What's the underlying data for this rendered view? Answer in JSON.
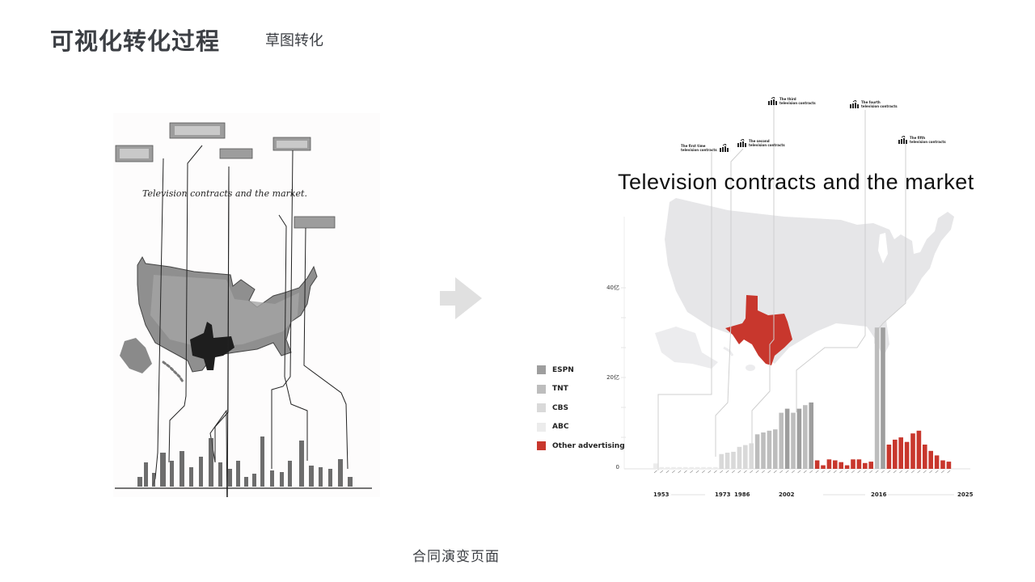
{
  "header": {
    "title": "可视化转化过程",
    "subtitle": "草图转化"
  },
  "footer": {
    "caption": "合同演变页面"
  },
  "sketch": {
    "handwritten_title": "Television contracts and the market.",
    "description": "Pencil sketch of USA map with Texas shaded dark, five speech-bubble callouts connected by lines to a bar chart below"
  },
  "transition_arrow": {
    "icon": "right-arrow-icon",
    "color": "#e0e0e0"
  },
  "visualization": {
    "title": "Television contracts and the market",
    "colors": {
      "espn": "#9e9e9e",
      "tnt": "#bdbdbd",
      "cbs": "#d9d9d9",
      "abc": "#ececec",
      "other": "#c8372d",
      "map": "#e6e6e8",
      "texas": "#c8372d"
    },
    "legend": [
      {
        "label": "ESPN",
        "color": "#9e9e9e"
      },
      {
        "label": "TNT",
        "color": "#bdbdbd"
      },
      {
        "label": "CBS",
        "color": "#d9d9d9"
      },
      {
        "label": "ABC",
        "color": "#ececec"
      },
      {
        "label": "Other advertising",
        "color": "#c8372d"
      }
    ],
    "callouts": [
      {
        "line1": "The first time",
        "line2": "television contracts",
        "icon": "tv-chart-icon"
      },
      {
        "line1": "The second",
        "line2": "television contracts",
        "icon": "tv-chart-icon"
      },
      {
        "line1": "The third",
        "line2": "television contracts",
        "icon": "tv-chart-icon"
      },
      {
        "line1": "The fourth",
        "line2": "television contracts",
        "icon": "tv-chart-icon"
      },
      {
        "line1": "The fifth",
        "line2": "television contracts",
        "icon": "tv-chart-icon"
      }
    ],
    "y_ticks": [
      "40亿",
      "20亿",
      "0"
    ],
    "x_years": [
      "1953",
      "1973",
      "1986",
      "2002",
      "2016",
      "2025"
    ]
  },
  "chart_data": {
    "type": "bar",
    "title": "Television contracts and the market",
    "xlabel": "",
    "ylabel": "",
    "y_tick_labels": [
      "0",
      "20亿",
      "40亿"
    ],
    "ylim": [
      0,
      45
    ],
    "unit": "亿",
    "x_year_markers": [
      "1953",
      "1973",
      "1986",
      "2002",
      "2016",
      "2025"
    ],
    "legend_position": "left",
    "grid": false,
    "bars": [
      {
        "i": 0,
        "series": "ABC",
        "value": 1.2
      },
      {
        "i": 1,
        "series": "ABC",
        "value": 0.4
      },
      {
        "i": 2,
        "series": "ABC",
        "value": 0.4
      },
      {
        "i": 3,
        "series": "ABC",
        "value": 0.4
      },
      {
        "i": 4,
        "series": "ABC",
        "value": 0.4
      },
      {
        "i": 5,
        "series": "ABC",
        "value": 0.4
      },
      {
        "i": 6,
        "series": "ABC",
        "value": 0.4
      },
      {
        "i": 7,
        "series": "ABC",
        "value": 0.4
      },
      {
        "i": 8,
        "series": "ABC",
        "value": 0.4
      },
      {
        "i": 9,
        "series": "ABC",
        "value": 0.4
      },
      {
        "i": 10,
        "series": "ABC",
        "value": 0.4
      },
      {
        "i": 11,
        "series": "CBS",
        "value": 3.3
      },
      {
        "i": 12,
        "series": "CBS",
        "value": 3.6
      },
      {
        "i": 13,
        "series": "CBS",
        "value": 3.8
      },
      {
        "i": 14,
        "series": "CBS",
        "value": 4.9
      },
      {
        "i": 15,
        "series": "CBS",
        "value": 5.3
      },
      {
        "i": 16,
        "series": "CBS",
        "value": 5.7
      },
      {
        "i": 17,
        "series": "TNT",
        "value": 7.7
      },
      {
        "i": 18,
        "series": "TNT",
        "value": 8.1
      },
      {
        "i": 19,
        "series": "TNT",
        "value": 8.5
      },
      {
        "i": 20,
        "series": "TNT",
        "value": 8.8
      },
      {
        "i": 21,
        "series": "TNT",
        "value": 12.5
      },
      {
        "i": 22,
        "series": "ESPN",
        "value": 13.4
      },
      {
        "i": 23,
        "series": "TNT",
        "value": 12.5
      },
      {
        "i": 24,
        "series": "ESPN",
        "value": 13.4
      },
      {
        "i": 25,
        "series": "TNT",
        "value": 14.2
      },
      {
        "i": 26,
        "series": "ESPN",
        "value": 14.8
      },
      {
        "i": 27,
        "series": "Other advertising",
        "value": 1.9
      },
      {
        "i": 28,
        "series": "Other advertising",
        "value": 0.8
      },
      {
        "i": 29,
        "series": "Other advertising",
        "value": 2.1
      },
      {
        "i": 30,
        "series": "Other advertising",
        "value": 1.9
      },
      {
        "i": 31,
        "series": "Other advertising",
        "value": 1.5
      },
      {
        "i": 32,
        "series": "Other advertising",
        "value": 0.8
      },
      {
        "i": 33,
        "series": "Other advertising",
        "value": 2.1
      },
      {
        "i": 34,
        "series": "Other advertising",
        "value": 2.1
      },
      {
        "i": 35,
        "series": "Other advertising",
        "value": 1.3
      },
      {
        "i": 36,
        "series": "Other advertising",
        "value": 1.6
      },
      {
        "i": 37,
        "series": "TNT",
        "value": 31.5
      },
      {
        "i": 38,
        "series": "ESPN",
        "value": 31.5
      },
      {
        "i": 39,
        "series": "Other advertising",
        "value": 5.4
      },
      {
        "i": 40,
        "series": "Other advertising",
        "value": 6.5
      },
      {
        "i": 41,
        "series": "Other advertising",
        "value": 7.0
      },
      {
        "i": 42,
        "series": "Other advertising",
        "value": 6.0
      },
      {
        "i": 43,
        "series": "Other advertising",
        "value": 7.9
      },
      {
        "i": 44,
        "series": "Other advertising",
        "value": 8.5
      },
      {
        "i": 45,
        "series": "Other advertising",
        "value": 5.4
      },
      {
        "i": 46,
        "series": "Other advertising",
        "value": 4.0
      },
      {
        "i": 47,
        "series": "Other advertising",
        "value": 3.0
      },
      {
        "i": 48,
        "series": "Other advertising",
        "value": 1.9
      },
      {
        "i": 49,
        "series": "Other advertising",
        "value": 1.6
      }
    ],
    "series": [
      {
        "name": "ESPN",
        "color": "#9e9e9e"
      },
      {
        "name": "TNT",
        "color": "#bdbdbd"
      },
      {
        "name": "CBS",
        "color": "#d9d9d9"
      },
      {
        "name": "ABC",
        "color": "#ececec"
      },
      {
        "name": "Other advertising",
        "color": "#c8372d"
      }
    ]
  }
}
